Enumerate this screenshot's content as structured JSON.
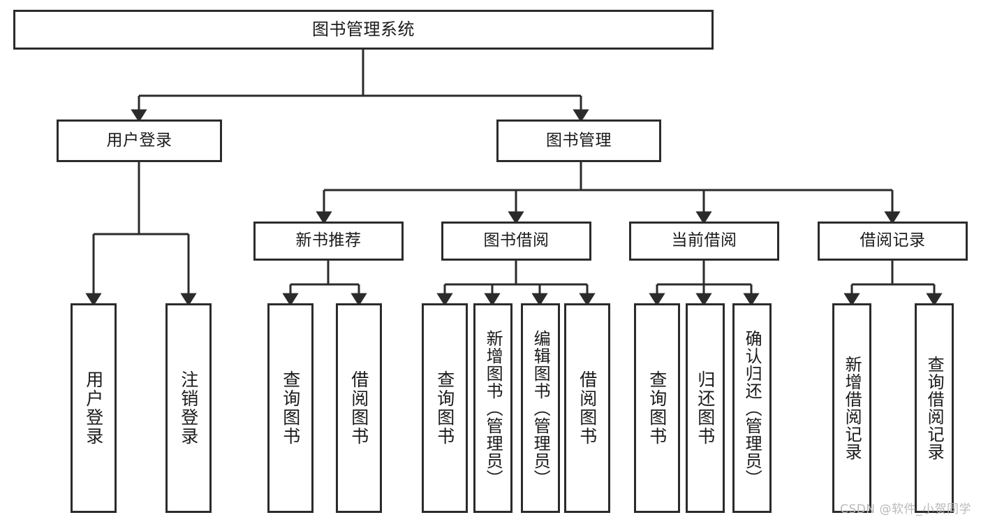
{
  "diagram": {
    "type": "tree-hierarchy",
    "title": "图书管理系统",
    "orientation": "top-down",
    "colors": {
      "stroke": "#2b2b2b",
      "fill": "#ffffff",
      "text": "#1a1a1a",
      "watermark": "#b9b9b9"
    },
    "nodes": {
      "root": {
        "label": "图书管理系统"
      },
      "level2": [
        {
          "id": "user-login",
          "label": "用户登录"
        },
        {
          "id": "book-manage",
          "label": "图书管理"
        }
      ],
      "level3": [
        {
          "id": "new-book-rec",
          "label": "新书推荐"
        },
        {
          "id": "book-borrow",
          "label": "图书借阅"
        },
        {
          "id": "current-borrow",
          "label": "当前借阅"
        },
        {
          "id": "borrow-record",
          "label": "借阅记录"
        }
      ],
      "leaves": {
        "user-login": [
          {
            "id": "leaf-user-login",
            "label": "用户登录"
          },
          {
            "id": "leaf-user-logout",
            "label": "注销登录"
          }
        ],
        "new-book-rec": [
          {
            "id": "leaf-query-book-1",
            "label": "查询图书"
          },
          {
            "id": "leaf-borrow-book-1",
            "label": "借阅图书"
          }
        ],
        "book-borrow": [
          {
            "id": "leaf-query-book-2",
            "label": "查询图书"
          },
          {
            "id": "leaf-add-book",
            "label": "新增图书（管理员）"
          },
          {
            "id": "leaf-edit-book",
            "label": "编辑图书（管理员）"
          },
          {
            "id": "leaf-borrow-book-2",
            "label": "借阅图书"
          }
        ],
        "current-borrow": [
          {
            "id": "leaf-query-book-3",
            "label": "查询图书"
          },
          {
            "id": "leaf-return-book",
            "label": "归还图书"
          },
          {
            "id": "leaf-confirm-return",
            "label": "确认归还（管理员）"
          }
        ],
        "borrow-record": [
          {
            "id": "leaf-add-record",
            "label": "新增借阅记录"
          },
          {
            "id": "leaf-query-record",
            "label": "查询借阅记录"
          }
        ]
      }
    }
  },
  "watermark": {
    "text": "CSDN @软件_小贺同学"
  }
}
